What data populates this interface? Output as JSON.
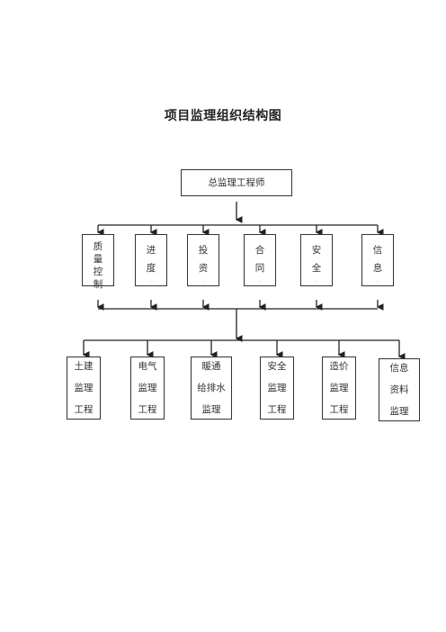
{
  "title": "项目监理组织结构图",
  "root": {
    "label": "总监理工程师"
  },
  "departments": [
    {
      "lines": [
        "质",
        "量",
        "控",
        "制"
      ],
      "tiny": ""
    },
    {
      "lines": [
        "进",
        "度"
      ],
      "tiny": "......"
    },
    {
      "lines": [
        "投",
        "资"
      ],
      "tiny": "......"
    },
    {
      "lines": [
        "合",
        "同"
      ],
      "tiny": "......"
    },
    {
      "lines": [
        "安",
        "全"
      ],
      "tiny": "......"
    },
    {
      "lines": [
        "信",
        "息"
      ],
      "tiny": "......"
    }
  ],
  "units": [
    {
      "lines": [
        "土建",
        "监理",
        "工程"
      ]
    },
    {
      "lines": [
        "电气",
        "监理",
        "工程"
      ]
    },
    {
      "lines": [
        "暖通",
        "给排水",
        "监理"
      ]
    },
    {
      "lines": [
        "安全",
        "监理",
        "工程"
      ]
    },
    {
      "lines": [
        "造价",
        "监理",
        "工程"
      ]
    },
    {
      "lines": [
        "信息",
        "资料",
        "监理"
      ]
    }
  ]
}
